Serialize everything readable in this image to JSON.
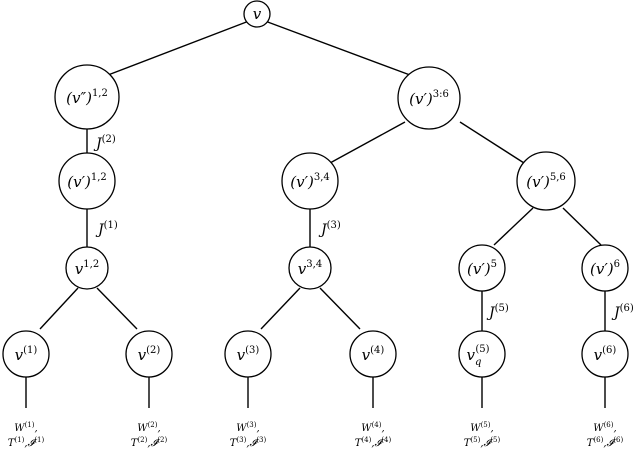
{
  "nodes": [
    {
      "id": "root",
      "base": "v",
      "sup": ""
    },
    {
      "id": "n12a",
      "base": "(v″)",
      "sup": "1,2"
    },
    {
      "id": "n36",
      "base": "(v′)",
      "sup": "3:6"
    },
    {
      "id": "n12b",
      "base": "(v′)",
      "sup": "1,2"
    },
    {
      "id": "n34a",
      "base": "(v′)",
      "sup": "3,4"
    },
    {
      "id": "n56",
      "base": "(v′)",
      "sup": "5,6"
    },
    {
      "id": "n12c",
      "base": "v",
      "sup": "1,2"
    },
    {
      "id": "n34b",
      "base": "v",
      "sup": "3,4"
    },
    {
      "id": "n5a",
      "base": "(v′)",
      "sup": "5"
    },
    {
      "id": "n6a",
      "base": "(v′)",
      "sup": "6"
    },
    {
      "id": "n1",
      "base": "v",
      "sup": "(1)"
    },
    {
      "id": "n2",
      "base": "v",
      "sup": "(2)"
    },
    {
      "id": "n3",
      "base": "v",
      "sup": "(3)"
    },
    {
      "id": "n4",
      "base": "v",
      "sup": "(4)"
    },
    {
      "id": "n5b",
      "base": "v",
      "sub": "q",
      "sup": "(5)"
    },
    {
      "id": "n6b",
      "base": "v",
      "sup": "(6)"
    }
  ],
  "edge_labels": [
    {
      "id": "j2",
      "base": "J",
      "sup": "(2)"
    },
    {
      "id": "j1",
      "base": "J",
      "sup": "(1)"
    },
    {
      "id": "j3",
      "base": "J",
      "sup": "(3)"
    },
    {
      "id": "j5",
      "base": "J",
      "sup": "(5)"
    },
    {
      "id": "j6",
      "base": "J",
      "sup": "(6)"
    }
  ],
  "leaf_labels": [
    {
      "id": "leaf1",
      "line1_base": "W",
      "line1_sup": "(1)",
      "line2_base": "T",
      "line2_sup": "(1)",
      "line3_base": "𝓘",
      "line3_sup": "(1)"
    },
    {
      "id": "leaf2",
      "line1_base": "W",
      "line1_sup": "(2)",
      "line2_base": "T",
      "line2_sup": "(2)",
      "line3_base": "𝓘",
      "line3_sup": "(2)"
    },
    {
      "id": "leaf3",
      "line1_base": "W",
      "line1_sup": "(3)",
      "line2_base": "T",
      "line2_sup": "(3)",
      "line3_base": "𝓘",
      "line3_sup": "(3)"
    },
    {
      "id": "leaf4",
      "line1_base": "W",
      "line1_sup": "(4)",
      "line2_base": "T",
      "line2_sup": "(4)",
      "line3_base": "𝓘",
      "line3_sup": "(4)"
    },
    {
      "id": "leaf5",
      "line1_base": "W",
      "line1_sup": "(5)",
      "line2_base": "T",
      "line2_sup": "(5)",
      "line3_base": "𝓘",
      "line3_sup": "(5)"
    },
    {
      "id": "leaf6",
      "line1_base": "W",
      "line1_sup": "(6)",
      "line2_base": "T",
      "line2_sup": "(6)",
      "line3_base": "𝓘",
      "line3_sup": "(6)"
    }
  ]
}
